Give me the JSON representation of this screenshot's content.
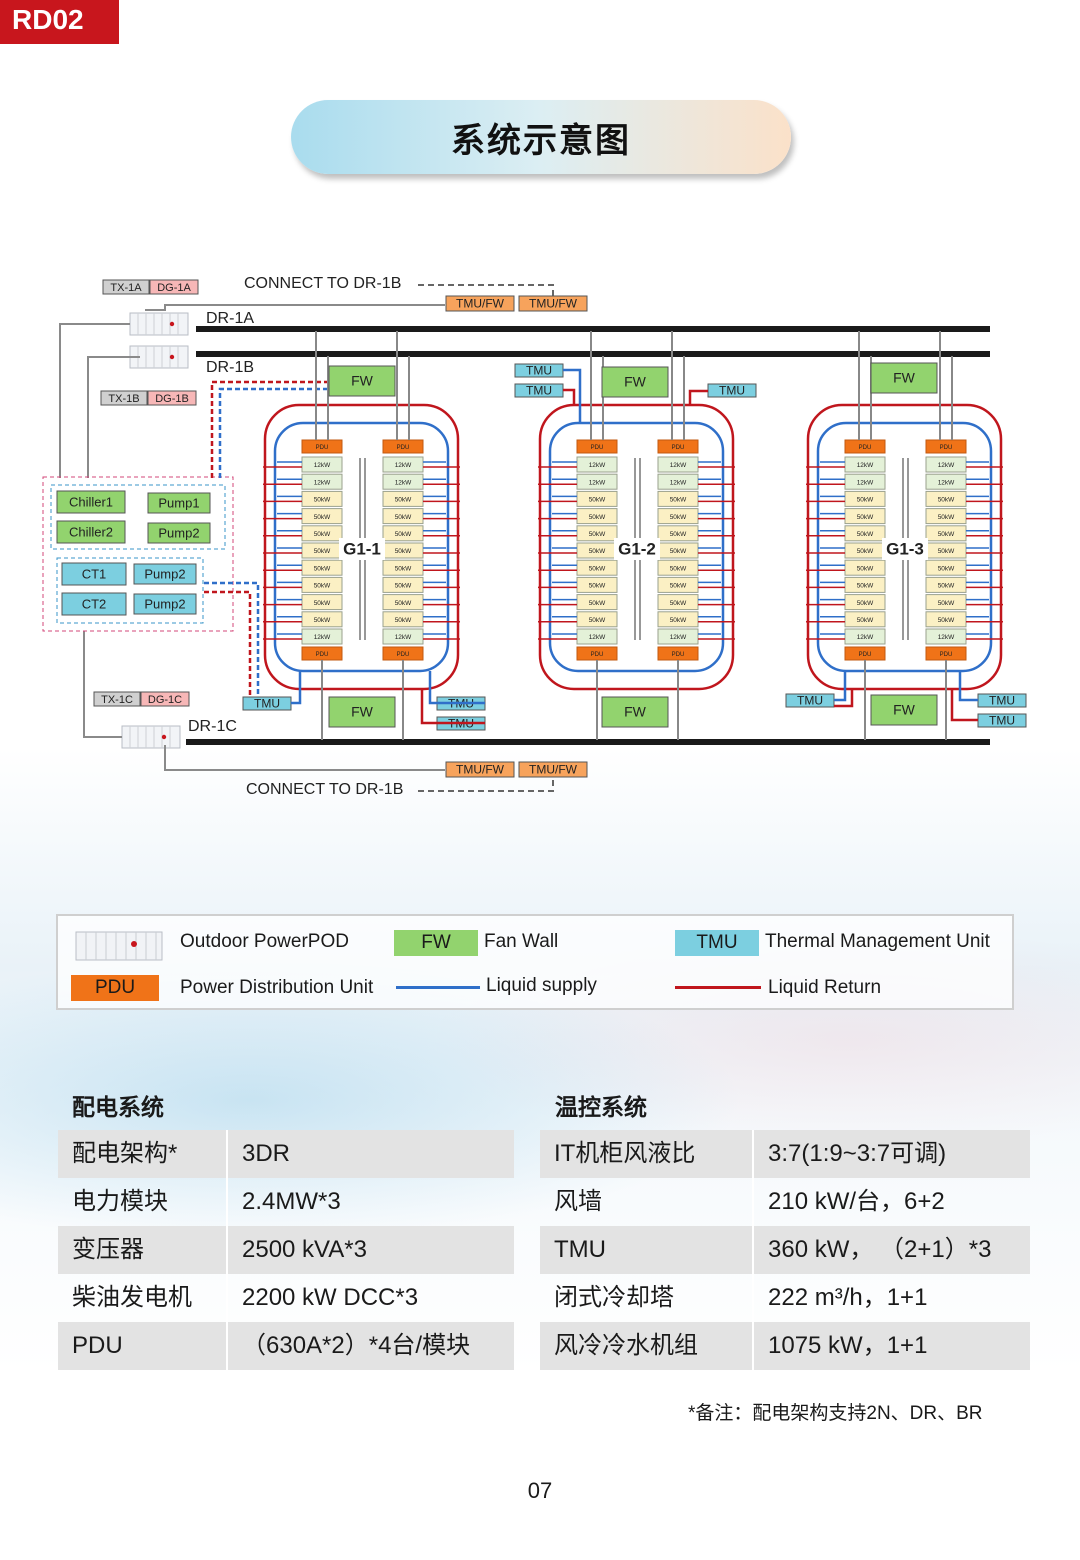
{
  "tag": "RD02",
  "title": "系统示意图",
  "diagram": {
    "connect_top": "CONNECT TO DR-1B",
    "connect_bottom": "CONNECT TO DR-1B",
    "tx_1a": "TX-1A",
    "dg_1a": "DG-1A",
    "tx_1b": "TX-1B",
    "dg_1b": "DG-1B",
    "tx_1c": "TX-1C",
    "dg_1c": "DG-1C",
    "dr_1a": "DR-1A",
    "dr_1b": "DR-1B",
    "dr_1c": "DR-1C",
    "tmu_fw": "TMU/FW",
    "fw": "FW",
    "tmu": "TMU",
    "chiller1": "Chiller1",
    "chiller2": "Chiller2",
    "pump1": "Pump1",
    "pump2": "Pump2",
    "ct1": "CT1",
    "ct2": "CT2",
    "pdu_small": "PDU",
    "rack_12kw": "12kW",
    "rack_50kw": "50kW",
    "groups": [
      "G1-1",
      "G1-2",
      "G1-3"
    ]
  },
  "legend": {
    "powerpod": "Outdoor PowerPOD",
    "fw_tag": "FW",
    "fw": "Fan Wall",
    "tmu_tag": "TMU",
    "tmu": "Thermal Management Unit",
    "pdu_tag": "PDU",
    "pdu": "Power Distribution Unit",
    "supply": "Liquid supply",
    "return": "Liquid Return"
  },
  "power": {
    "title": "配电系统",
    "rows": [
      {
        "k": "配电架构*",
        "v": "3DR"
      },
      {
        "k": "电力模块",
        "v": "2.4MW*3"
      },
      {
        "k": "变压器",
        "v": "2500 kVA*3"
      },
      {
        "k": "柴油发电机",
        "v": "2200 kW DCC*3"
      },
      {
        "k": "PDU",
        "v": "（630A*2）*4台/模块"
      }
    ]
  },
  "thermal": {
    "title": "温控系统",
    "rows": [
      {
        "k": "IT机柜风液比",
        "v": "3:7(1:9~3:7可调)"
      },
      {
        "k": "风墙",
        "v": "210 kW/台，6+2"
      },
      {
        "k": "TMU",
        "v": "360 kW， （2+1）*3"
      },
      {
        "k": "闭式冷却塔",
        "v": "222 m³/h，1+1"
      },
      {
        "k": "风冷冷水机组",
        "v": "1075 kW，1+1"
      }
    ]
  },
  "note": "*备注：配电架构支持2N、DR、BR",
  "page_number": "07",
  "colors": {
    "accent": "#c8161d",
    "supply": "#2f6fc9",
    "return": "#c0161d",
    "fw": "#92d36e",
    "tmu": "#7ccfe0",
    "pdu": "#f07318"
  }
}
